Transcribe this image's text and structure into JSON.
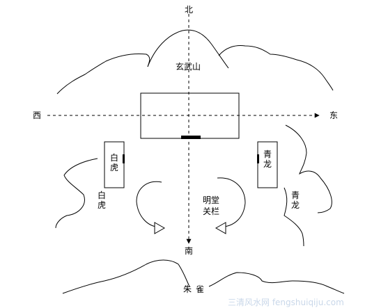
{
  "labels": {
    "north": "北",
    "south": "南",
    "west": "西",
    "east": "东",
    "xuanwu": "玄武山",
    "baihu_building": "白虎",
    "qinglong_building": "青龙",
    "baihu": "白虎",
    "qinglong": "青龙",
    "mingtang_line1": "明堂",
    "mingtang_line2": "关栏",
    "zhuque": "朱雀"
  },
  "watermark": "三清风水网 fengshuiqiju.com"
}
